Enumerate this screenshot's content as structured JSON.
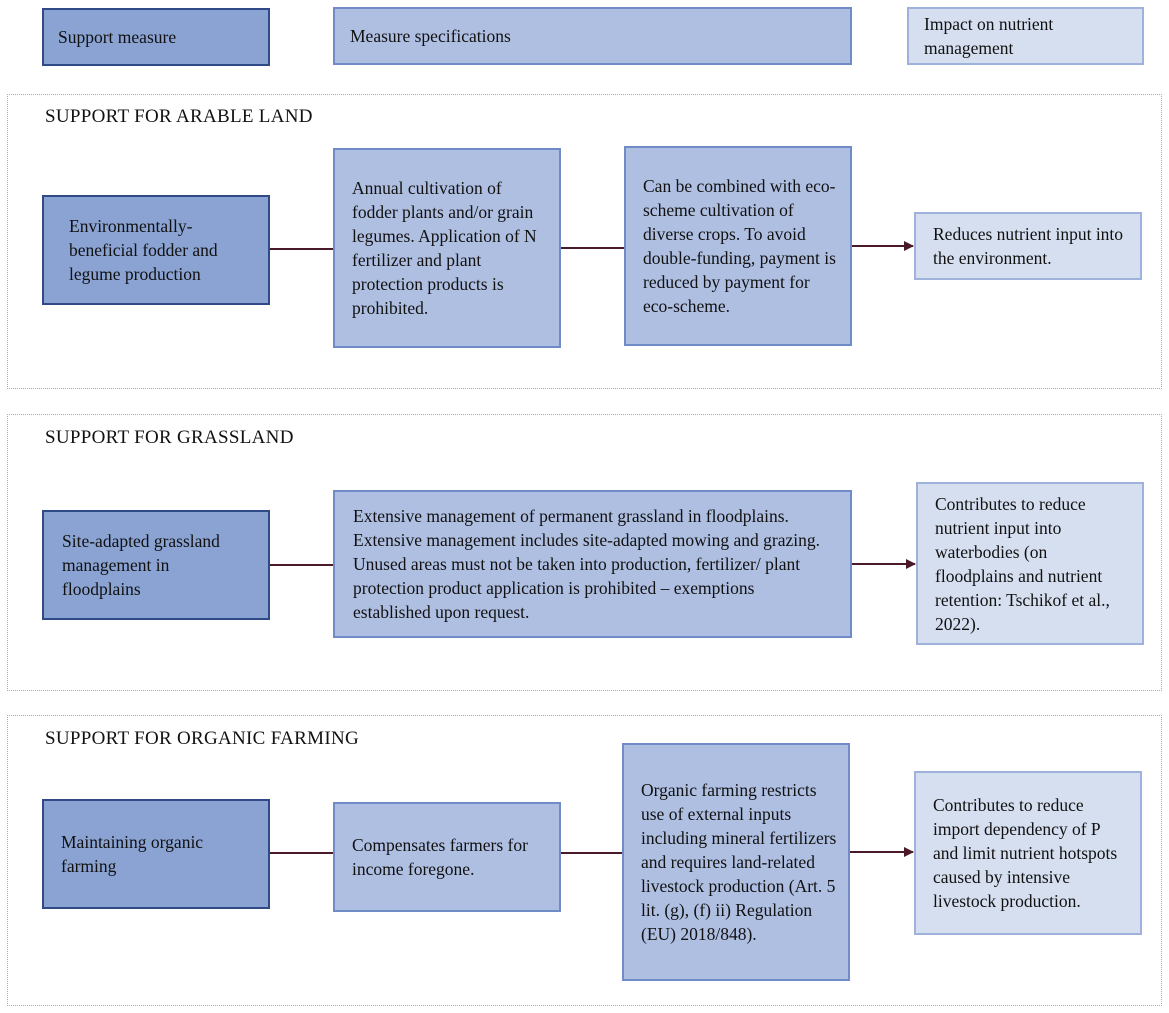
{
  "legend": {
    "support_measure": "Support measure",
    "measure_specifications": "Measure specifications",
    "impact": "Impact on nutrient management"
  },
  "sections": [
    {
      "title": "SUPPORT FOR ARABLE LAND",
      "measure": "Environmentally-beneficial fodder and legume production",
      "specification": "Annual cultivation of fodder plants and/or grain legumes. Application of N fertilizer and plant protection products is prohibited.",
      "specification_2": "Can be combined with eco-scheme cultivation of diverse crops. To avoid double-funding, payment is reduced by payment for eco-scheme.",
      "impact": "Reduces nutrient input into the environment."
    },
    {
      "title": "SUPPORT FOR GRASSLAND",
      "measure": "Site-adapted grassland management in floodplains",
      "specification": "Extensive management of permanent grassland in floodplains. Extensive management includes site-adapted mowing and grazing. Unused areas must not be taken into production, fertilizer/ plant protection product application is prohibited – exemptions established upon request.",
      "impact": "Contributes to reduce nutrient input into waterbodies (on floodplains and nutrient retention: Tschikof et al., 2022)."
    },
    {
      "title": "SUPPORT FOR ORGANIC FARMING",
      "measure": "Maintaining organic farming",
      "specification": "Compensates farmers for income foregone.",
      "specification_2": "Organic farming restricts use of external inputs including mineral fertilizers and requires land-related livestock production (Art. 5 lit. (g), (f) ii) Regulation (EU) 2018/848).",
      "impact": "Contributes to reduce import dependency of P and limit nutrient hotspots caused by intensive livestock production."
    }
  ],
  "colors": {
    "measure_fill": "#8aa3d3",
    "spec_fill": "#afbfe2",
    "impact_fill": "#d6dff0",
    "connector": "#4a1a28"
  }
}
